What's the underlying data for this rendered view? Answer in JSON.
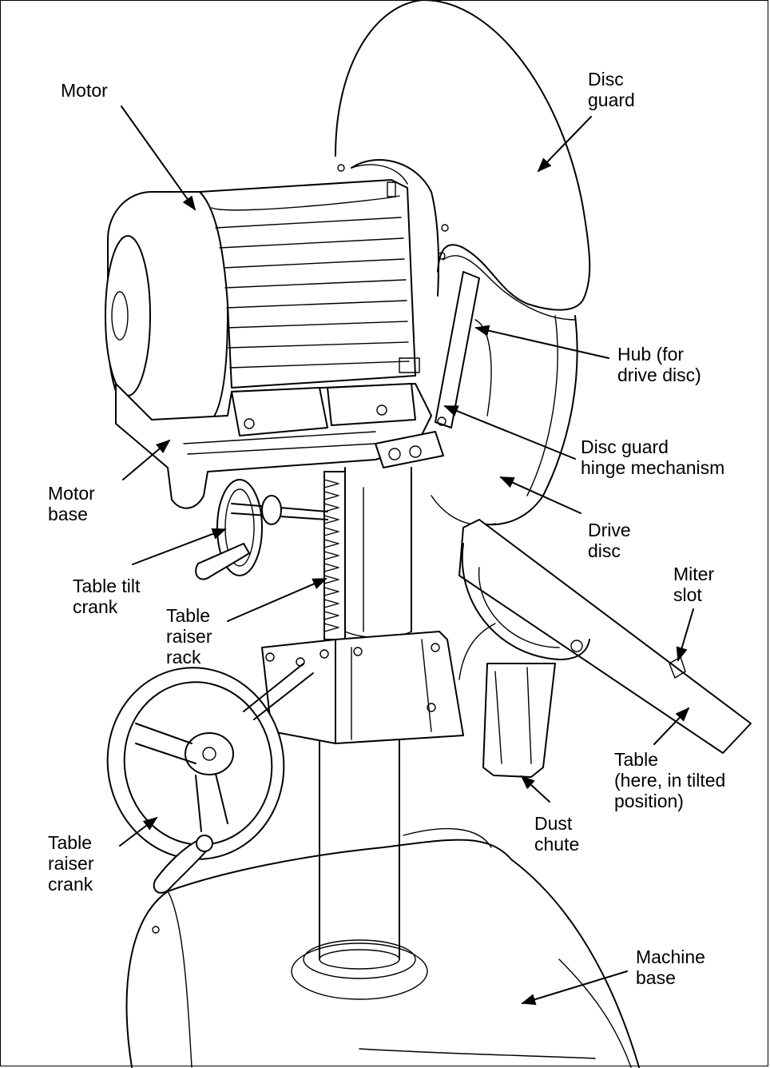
{
  "labels": {
    "motor": {
      "lines": [
        "Motor"
      ]
    },
    "disc_guard": {
      "lines": [
        "Disc",
        "guard"
      ]
    },
    "hub": {
      "lines": [
        "Hub (for",
        "drive disc)"
      ]
    },
    "hinge": {
      "lines": [
        "Disc guard",
        "hinge mechanism"
      ]
    },
    "motor_base": {
      "lines": [
        "Motor",
        "base"
      ]
    },
    "drive_disc": {
      "lines": [
        "Drive",
        "disc"
      ]
    },
    "miter_slot": {
      "lines": [
        "Miter",
        "slot"
      ]
    },
    "table_tilt_crank": {
      "lines": [
        "Table tilt",
        "crank"
      ]
    },
    "table_raiser_rack": {
      "lines": [
        "Table",
        "raiser",
        "rack"
      ]
    },
    "table": {
      "lines": [
        "Table",
        "(here, in tilted",
        "position)"
      ]
    },
    "dust_chute": {
      "lines": [
        "Dust",
        "chute"
      ]
    },
    "table_raiser_crank": {
      "lines": [
        "Table",
        "raiser",
        "crank"
      ]
    },
    "machine_base": {
      "lines": [
        "Machine",
        "base"
      ]
    }
  }
}
